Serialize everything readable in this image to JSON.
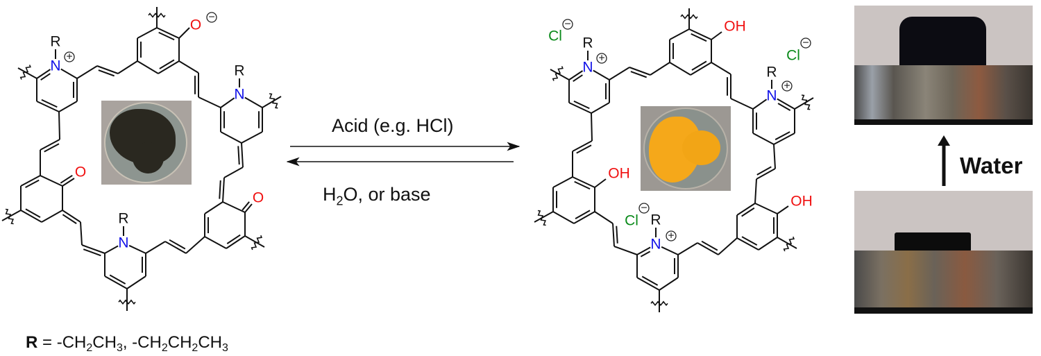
{
  "reactant": {
    "nitrogen": "N",
    "r_group": "R",
    "oxygen": "O",
    "plus": "+",
    "minus": "−"
  },
  "product": {
    "nitrogen": "N",
    "r_group": "R",
    "hydroxyl": "OH",
    "chloride": "Cl",
    "plus": "+",
    "minus": "−"
  },
  "reaction": {
    "forward_condition": "Acid (e.g. HCl)",
    "reverse_h": "H",
    "reverse_sub": "2",
    "reverse_rest": "O, or base"
  },
  "r_definition": {
    "r": "R",
    "eq": " = -CH",
    "s1": "2",
    "p2": "CH",
    "s2": "3",
    "p3": ", -CH",
    "s3": "2",
    "p4": "CH",
    "s4": "2",
    "p5": "CH",
    "s5": "3"
  },
  "swelling": {
    "label": "Water"
  }
}
